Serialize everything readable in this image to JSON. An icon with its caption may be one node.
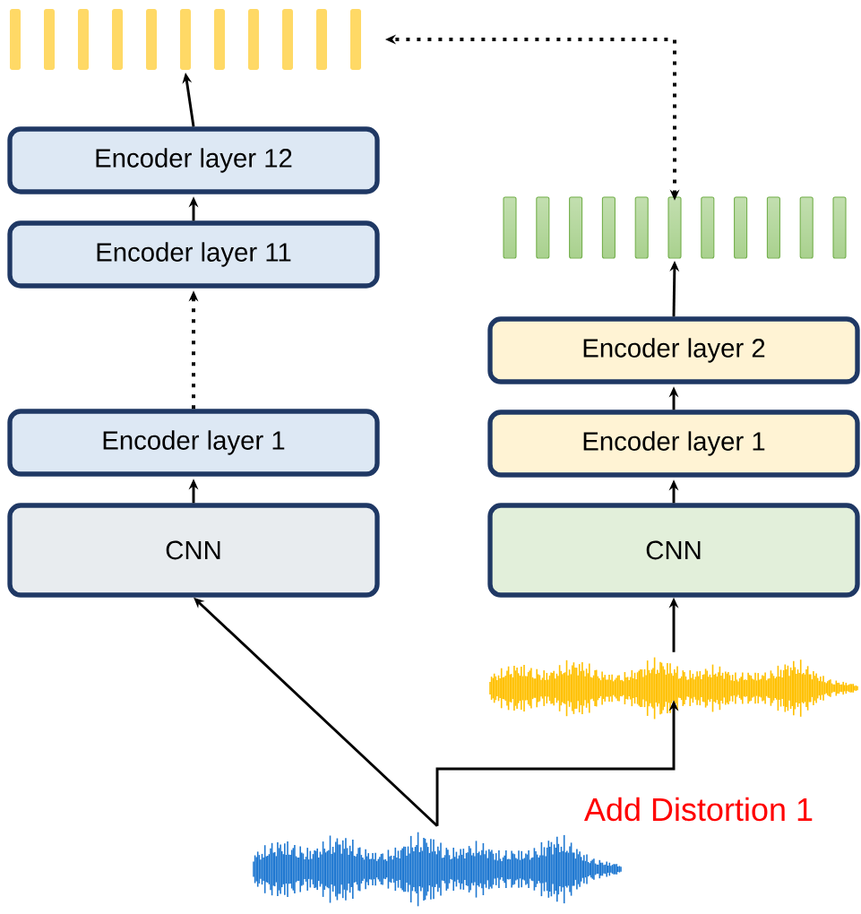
{
  "diagram": {
    "nodes": [
      {
        "text": [],
        "shape": "bar"
      },
      {
        "text": [
          "Encoder layer 12"
        ]
      },
      {
        "text": [
          "Encoder layer 11"
        ]
      },
      {
        "text": [
          "Encoder layer 1"
        ]
      },
      {
        "text": [
          "CNN"
        ]
      },
      {
        "text": [],
        "shape": "bar"
      },
      {
        "text": [
          "Encoder layer 2"
        ]
      },
      {
        "text": [
          "Encoder layer 1"
        ]
      },
      {
        "text": [
          "CNN"
        ]
      },
      {
        "text": [],
        "shape": "picture"
      },
      {
        "text": [],
        "shape": "picture"
      }
    ],
    "edges": [
      {
        "from": 4,
        "to": 3,
        "arrow": "to"
      },
      {
        "from": 3,
        "to": 2,
        "arrow": "to",
        "style": "dashed"
      },
      {
        "from": 2,
        "to": 1,
        "arrow": "to"
      },
      {
        "from": 1,
        "to": 0,
        "arrow": "to"
      },
      {
        "from": 8,
        "to": 7,
        "arrow": "to"
      },
      {
        "from": 7,
        "to": 6,
        "arrow": "to"
      },
      {
        "from": 6,
        "to": 5,
        "arrow": "to"
      },
      {
        "from": 9,
        "to": 8,
        "arrow": "to"
      },
      {
        "from": 10,
        "to": 4,
        "arrow": "to"
      },
      {
        "from": 10,
        "to": 9,
        "arrow": "to"
      },
      {
        "from": 5,
        "to": 0,
        "arrow": "both",
        "style": "dashed"
      }
    ],
    "labels": [
      "Add Distortion 1"
    ]
  }
}
